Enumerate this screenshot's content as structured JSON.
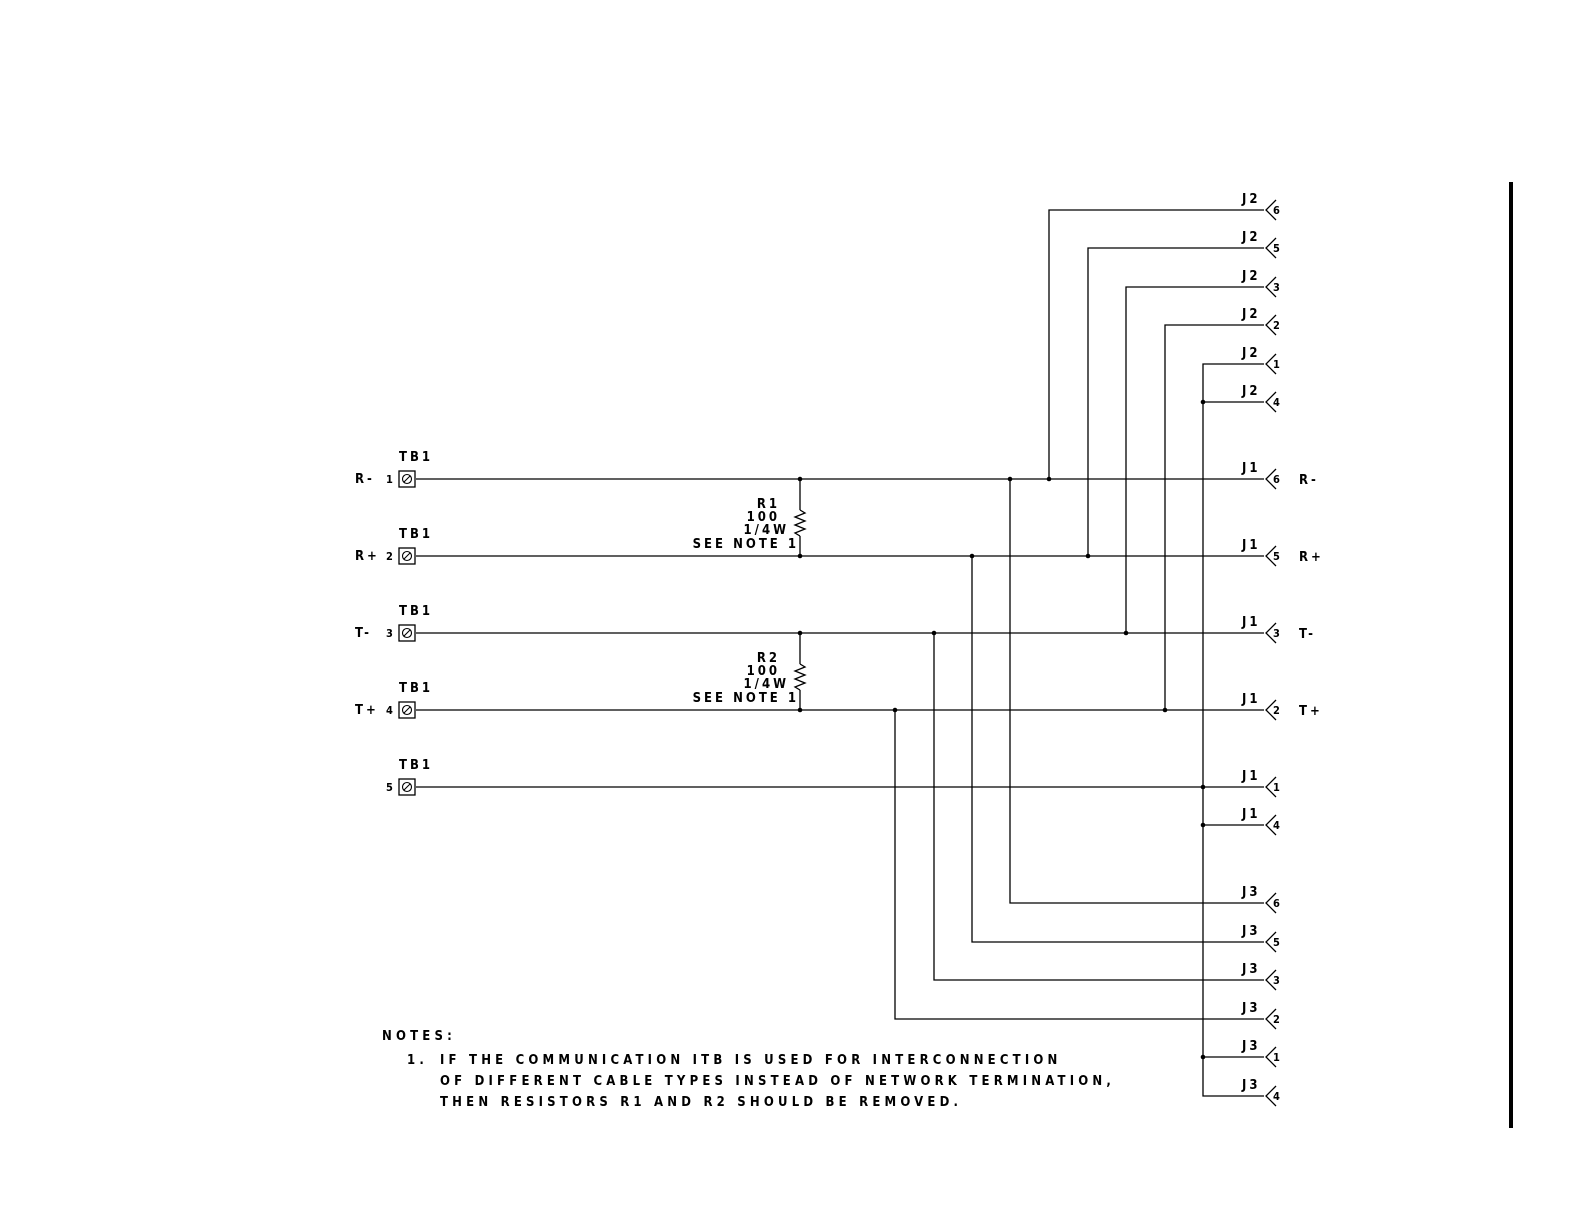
{
  "terminals": [
    {
      "id": "tb1-1",
      "tb": "TB1",
      "signal": "R-",
      "pin": "1"
    },
    {
      "id": "tb1-2",
      "tb": "TB1",
      "signal": "R+",
      "pin": "2"
    },
    {
      "id": "tb1-3",
      "tb": "TB1",
      "signal": "T-",
      "pin": "3"
    },
    {
      "id": "tb1-4",
      "tb": "TB1",
      "signal": "T+",
      "pin": "4"
    },
    {
      "id": "tb1-5",
      "tb": "TB1",
      "signal": "",
      "pin": "5"
    }
  ],
  "resistors": [
    {
      "ref": "R1",
      "value": "100",
      "power": "1/4W",
      "note_ref": "SEE NOTE 1"
    },
    {
      "ref": "R2",
      "value": "100",
      "power": "1/4W",
      "note_ref": "SEE NOTE 1"
    }
  ],
  "connectors": {
    "j2": [
      {
        "label": "J2",
        "pin": "6"
      },
      {
        "label": "J2",
        "pin": "5"
      },
      {
        "label": "J2",
        "pin": "3"
      },
      {
        "label": "J2",
        "pin": "2"
      },
      {
        "label": "J2",
        "pin": "1"
      },
      {
        "label": "J2",
        "pin": "4"
      }
    ],
    "j1": [
      {
        "label": "J1",
        "pin": "6",
        "signal": "R-"
      },
      {
        "label": "J1",
        "pin": "5",
        "signal": "R+"
      },
      {
        "label": "J1",
        "pin": "3",
        "signal": "T-"
      },
      {
        "label": "J1",
        "pin": "2",
        "signal": "T+"
      },
      {
        "label": "J1",
        "pin": "1",
        "signal": ""
      },
      {
        "label": "J1",
        "pin": "4",
        "signal": ""
      }
    ],
    "j3": [
      {
        "label": "J3",
        "pin": "6"
      },
      {
        "label": "J3",
        "pin": "5"
      },
      {
        "label": "J3",
        "pin": "3"
      },
      {
        "label": "J3",
        "pin": "2"
      },
      {
        "label": "J3",
        "pin": "1"
      },
      {
        "label": "J3",
        "pin": "4"
      }
    ]
  },
  "notes": {
    "heading": "NOTES:",
    "items": [
      {
        "number": "1.",
        "lines": [
          "IF THE COMMUNICATION ITB IS USED FOR INTERCONNECTION",
          "OF DIFFERENT CABLE TYPES INSTEAD OF NETWORK TERMINATION,",
          "THEN RESISTORS R1 AND R2 SHOULD BE REMOVED."
        ]
      }
    ]
  }
}
